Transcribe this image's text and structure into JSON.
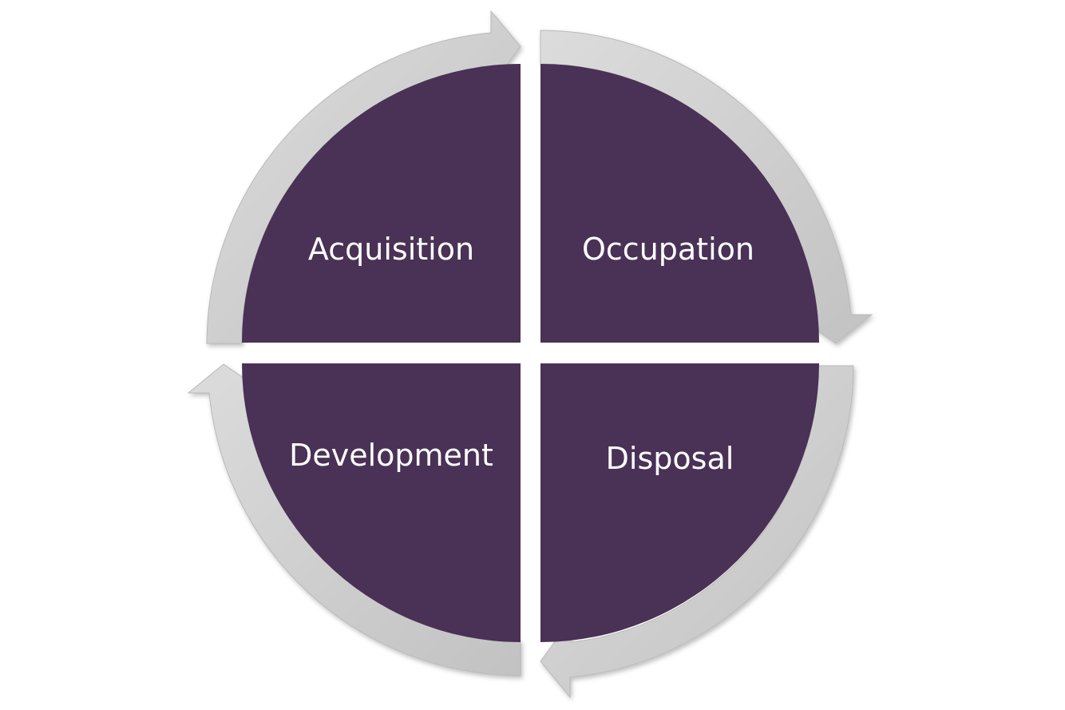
{
  "diagram": {
    "type": "cycle",
    "colors": {
      "quadrant_fill": "#4a3156",
      "arrow_fill": "#d2d2d2",
      "background": "#ffffff"
    },
    "stages": [
      {
        "id": "acquisition",
        "label": "Acquisition"
      },
      {
        "id": "occupation",
        "label": "Occupation"
      },
      {
        "id": "disposal",
        "label": "Disposal"
      },
      {
        "id": "development",
        "label": "Development"
      }
    ],
    "flow_direction": "clockwise"
  }
}
